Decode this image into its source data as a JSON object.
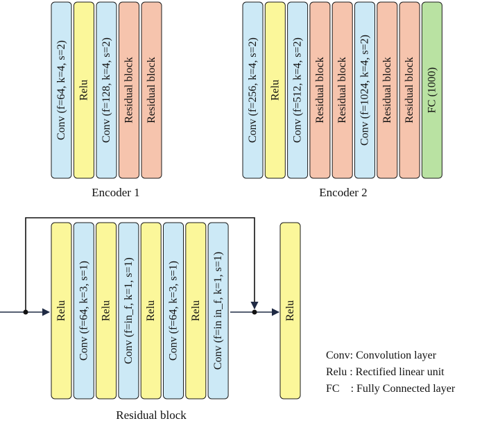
{
  "colors": {
    "conv": "#cce9f6",
    "relu": "#fbf79a",
    "residual": "#f6c4ad",
    "fc": "#b9e2a2",
    "stroke": "#1a1a1a",
    "arrow": "#1f2a44"
  },
  "encoder1": {
    "caption": "Encoder 1",
    "blocks": [
      {
        "type": "conv",
        "label": "Conv (f=64, k=4, s=2)"
      },
      {
        "type": "relu",
        "label": "Relu"
      },
      {
        "type": "conv",
        "label": "Conv (f=128, k=4, s=2)"
      },
      {
        "type": "residual",
        "label": "Residual block"
      },
      {
        "type": "residual",
        "label": "Residual block"
      }
    ]
  },
  "encoder2": {
    "caption": "Encoder 2",
    "blocks": [
      {
        "type": "conv",
        "label": "Conv (f=256, k=4, s=2)"
      },
      {
        "type": "relu",
        "label": "Relu"
      },
      {
        "type": "conv",
        "label": "Conv (f=512, k=4, s=2)"
      },
      {
        "type": "residual",
        "label": "Residual block"
      },
      {
        "type": "residual",
        "label": "Residual block"
      },
      {
        "type": "conv",
        "label": "Conv (f=1024, k=4, s=2)"
      },
      {
        "type": "residual",
        "label": "Residual block"
      },
      {
        "type": "residual",
        "label": "Residual block"
      },
      {
        "type": "fc",
        "label": "FC (1000)"
      }
    ]
  },
  "residual_block": {
    "caption": "Residual block",
    "blocks": [
      {
        "type": "relu",
        "label": "Relu"
      },
      {
        "type": "conv",
        "label": "Conv (f=64, k=3, s=1)"
      },
      {
        "type": "relu",
        "label": "Relu"
      },
      {
        "type": "conv",
        "label": "Conv (f=in_f, k=1, s=1)"
      },
      {
        "type": "relu",
        "label": "Relu"
      },
      {
        "type": "conv",
        "label": "Conv (f=64, k=3, s=1)"
      },
      {
        "type": "relu",
        "label": "Relu"
      },
      {
        "type": "conv",
        "label": "Conv (f=in in_f, k=1, s=1)"
      }
    ],
    "output_block": {
      "type": "relu",
      "label": "Relu"
    }
  },
  "legend": [
    "Conv: Convolution layer",
    "Relu : Rectified linear unit",
    "FC    : Fully Connected layer"
  ]
}
